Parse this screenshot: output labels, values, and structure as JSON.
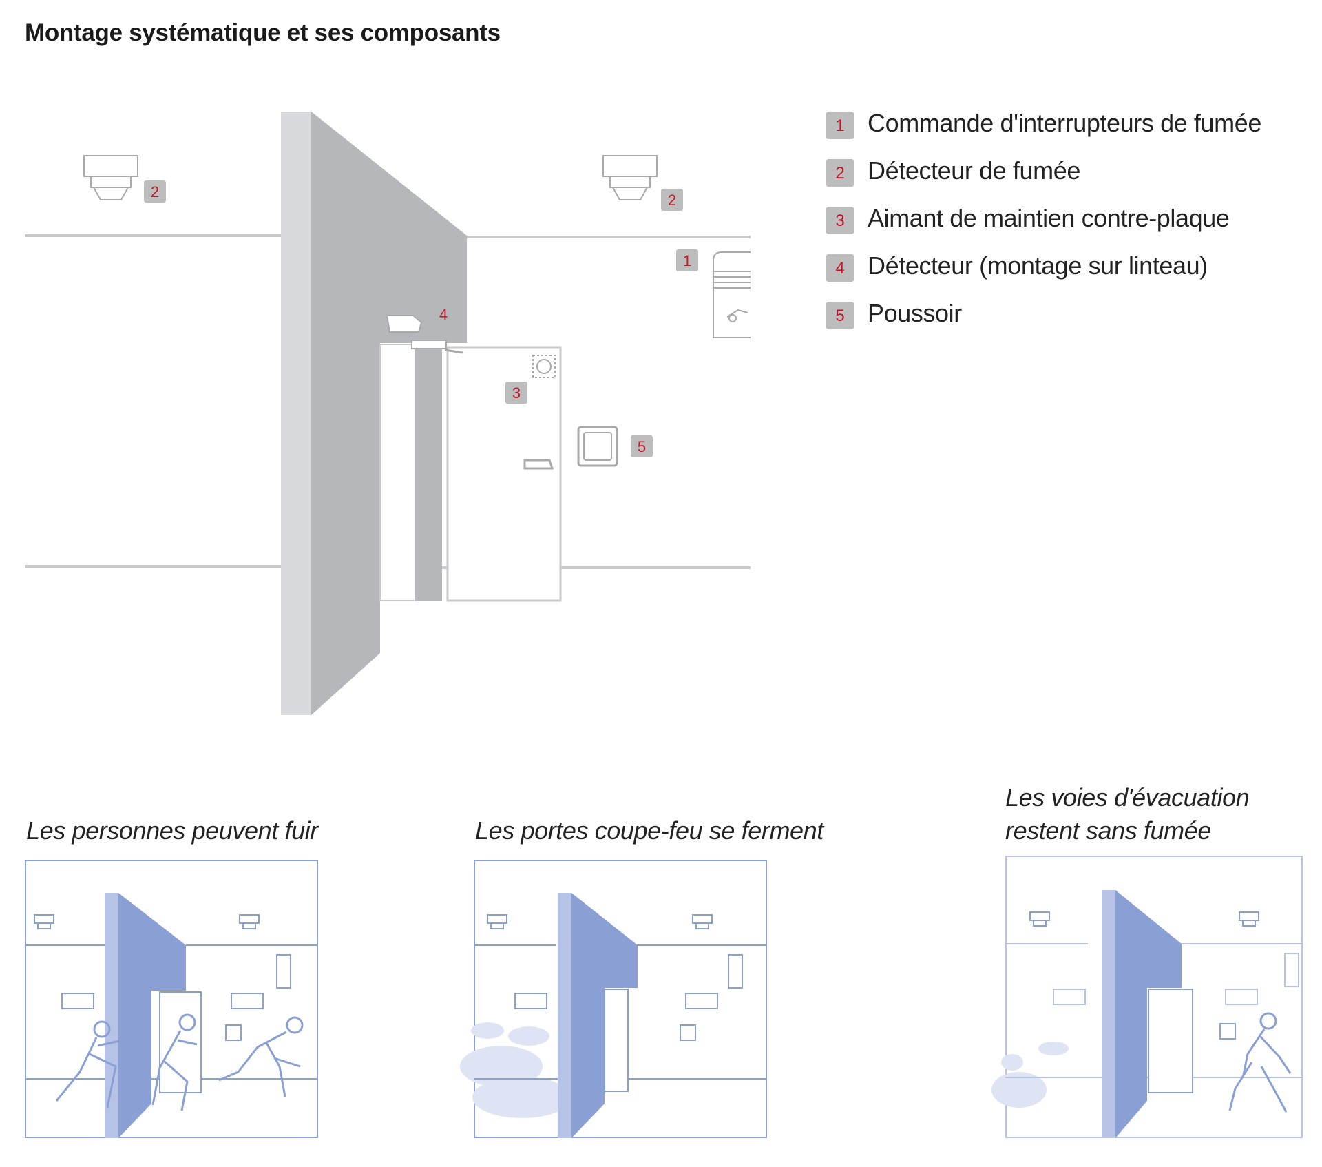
{
  "page": {
    "title": "Montage systématique et ses composants"
  },
  "legend": [
    {
      "number": "1",
      "label": "Commande d'interrupteurs de fumée"
    },
    {
      "number": "2",
      "label": "Détecteur de fumée"
    },
    {
      "number": "3",
      "label": "Aimant de maintien contre-plaque"
    },
    {
      "number": "4",
      "label": "Détecteur (montage sur linteau)"
    },
    {
      "number": "5",
      "label": "Poussoir"
    }
  ],
  "callouts": {
    "smoke_detector_left": "2",
    "smoke_detector_right": "2",
    "smoke_control": "1",
    "lintel_detector": "4",
    "holding_magnet": "3",
    "push_button": "5"
  },
  "colors": {
    "badge_bg": "#bdbdbd",
    "badge_text": "#c0182a",
    "wall_gray": "#b5b7ba",
    "panel_blue": "#8a9fd4",
    "smoke_blue": "#dfe4f4"
  },
  "panels": [
    {
      "caption": "Les personnes peuvent fuir"
    },
    {
      "caption": "Les portes coupe-feu se ferment"
    },
    {
      "caption_line1": "Les voies d'évacuation",
      "caption_line2": "restent sans fumée"
    }
  ]
}
